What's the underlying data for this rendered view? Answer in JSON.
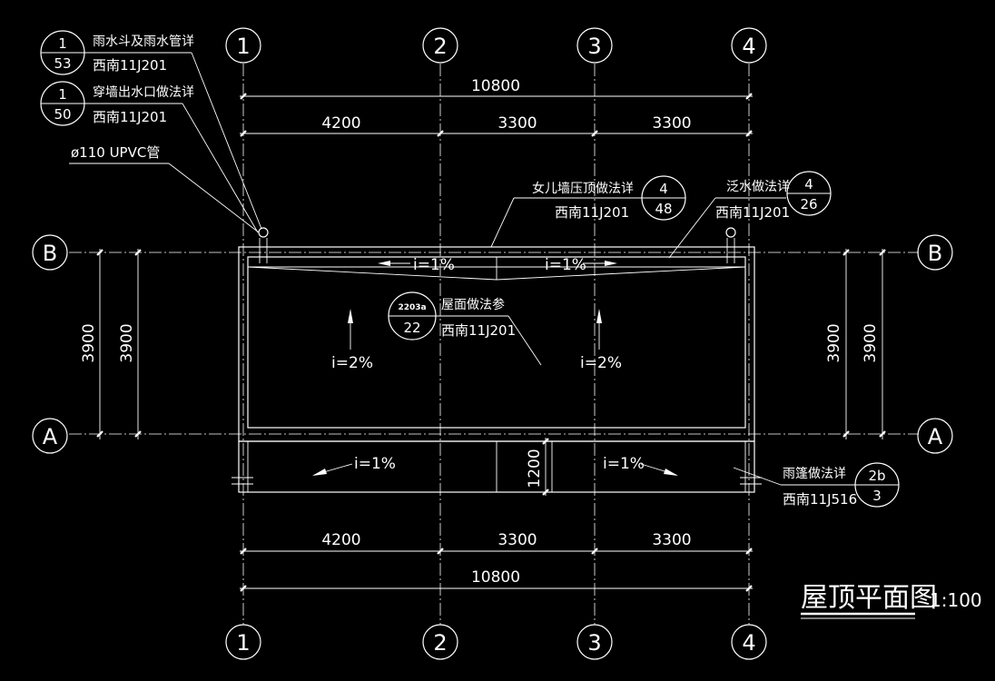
{
  "axes": {
    "vertical": [
      "1",
      "2",
      "3",
      "4"
    ],
    "horizontal": [
      "B",
      "A"
    ]
  },
  "dimensions": {
    "top_total": "10800",
    "top_spans": [
      "4200",
      "3300",
      "3300"
    ],
    "bottom_total": "10800",
    "bottom_spans": [
      "4200",
      "3300",
      "3300"
    ],
    "left_outer": "3900",
    "left_inner": "3900",
    "right_outer": "3900",
    "right_inner": "3900",
    "canopy_depth": "1200"
  },
  "callouts": {
    "rain_hopper": {
      "label": "雨水斗及雨水管详",
      "sheet": "1",
      "number": "53",
      "atlas": "西南11J201"
    },
    "outlet": {
      "label": "穿墙出水口做法详",
      "sheet": "1",
      "number": "50",
      "atlas": "西南11J201"
    },
    "pipe": {
      "label": "ø110 UPVC管"
    },
    "parapet": {
      "label": "女儿墙压顶做法详",
      "sheet": "4",
      "number": "48",
      "atlas": "西南11J201"
    },
    "flashing": {
      "label": "泛水做法详",
      "sheet": "4",
      "number": "26",
      "atlas": "西南11J201"
    },
    "roof": {
      "label": "屋面做法参",
      "sheet": "2203a",
      "number": "22",
      "atlas": "西南11J201"
    },
    "canopy": {
      "label": "雨篷做法详",
      "sheet": "2b",
      "number": "3",
      "atlas": "西南11J516"
    }
  },
  "slopes": {
    "gutter_left": "i=1%",
    "gutter_right": "i=1%",
    "roof_left": "i=2%",
    "roof_right": "i=2%",
    "canopy_left": "i=1%",
    "canopy_right": "i=1%"
  },
  "drawing_title": {
    "name": "屋顶平面图",
    "scale": "1:100"
  }
}
